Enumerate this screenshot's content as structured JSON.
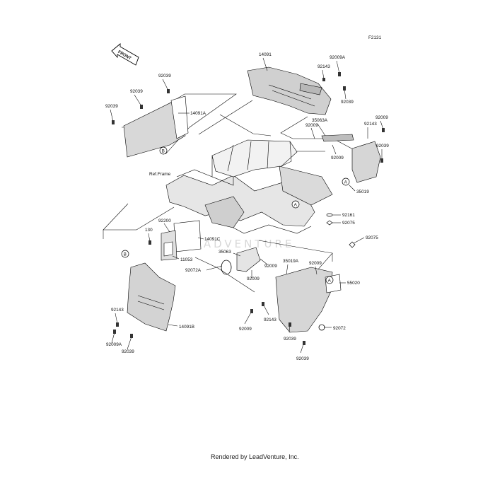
{
  "diagram_id": "F2131",
  "front_marker": "FRONT",
  "ref_frame": "Ref.Frame",
  "footer": "Rendered by LeadVenture, Inc.",
  "watermark": "LEADVENTURE",
  "callouts": [
    "A",
    "A",
    "A",
    "B",
    "B"
  ],
  "labels": {
    "p14091": "14091",
    "p92009A_top": "92009A",
    "p92143_top": "92143",
    "p92039_top_r": "92039",
    "p35063A": "35063A",
    "p92009_mid_a": "92009",
    "p92009_mid_b": "92009",
    "p92009_r": "92009",
    "p92143_r": "92143",
    "p92039_r": "92039",
    "p35019": "35019",
    "p92039_tl1": "92039",
    "p92039_tl2": "92039",
    "p92039_tl3": "92039",
    "p14091A": "14091A",
    "p92161": "92161",
    "p92075_a": "92075",
    "p92075_b": "92075",
    "p92200": "92200",
    "p130": "130",
    "p14091C": "14091C",
    "p11053": "11053",
    "p35063": "35063",
    "p92072A": "92072A",
    "p92009_c": "92009",
    "p92009_d": "92009",
    "p35019A": "35019A",
    "p92009_e": "92009",
    "p55020": "55020",
    "p92009_f": "92009",
    "p92143_b": "92143",
    "p92039_b": "92039",
    "p92072": "92072",
    "p92039_bot": "92039",
    "p92143_l": "92143",
    "p14091B": "14091B",
    "p92009A_l": "92009A",
    "p92039_l": "92039"
  }
}
